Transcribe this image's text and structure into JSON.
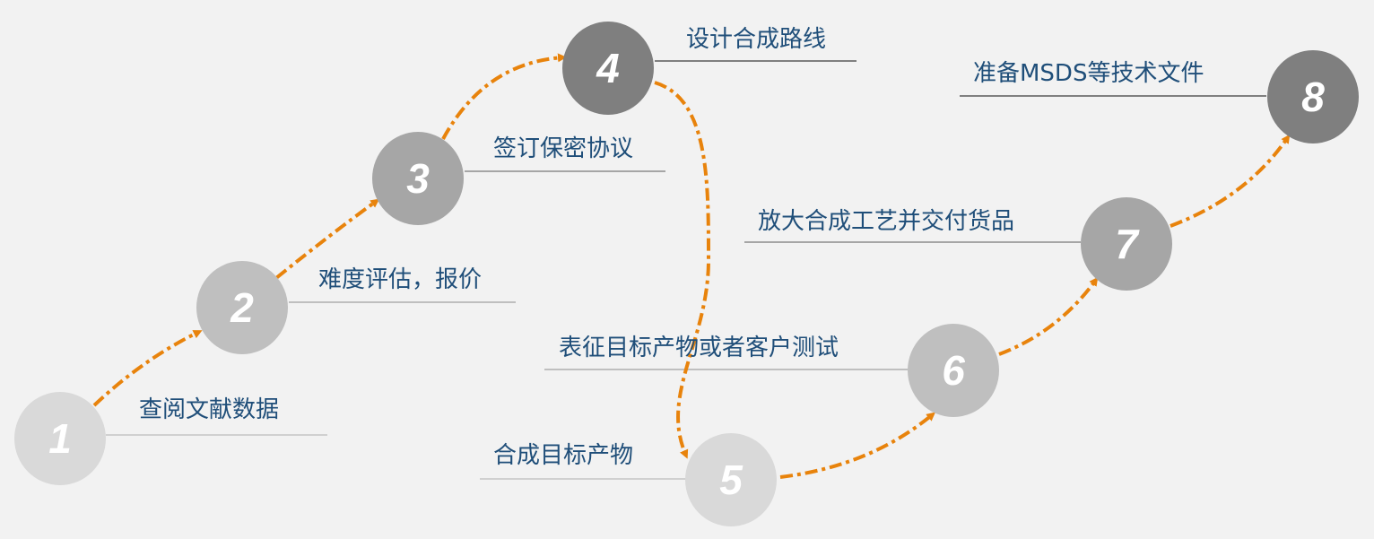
{
  "colors": {
    "arrow": "#e8830c",
    "text": "#1f4e79",
    "background": "#f2f2f2"
  },
  "steps": [
    {
      "number": "1",
      "label": "查阅文献数据",
      "color": "#d9d9d9"
    },
    {
      "number": "2",
      "label": "难度评估，报价",
      "color": "#bfbfbf"
    },
    {
      "number": "3",
      "label": "签订保密协议",
      "color": "#a6a6a6"
    },
    {
      "number": "4",
      "label": "设计合成路线",
      "color": "#7f7f7f"
    },
    {
      "number": "5",
      "label": "合成目标产物",
      "color": "#d9d9d9"
    },
    {
      "number": "6",
      "label": "表征目标产物或者客户测试",
      "color": "#bfbfbf"
    },
    {
      "number": "7",
      "label": "放大合成工艺并交付货品",
      "color": "#a6a6a6"
    },
    {
      "number": "8",
      "label": "准备MSDS等技术文件",
      "color": "#7f7f7f"
    }
  ]
}
